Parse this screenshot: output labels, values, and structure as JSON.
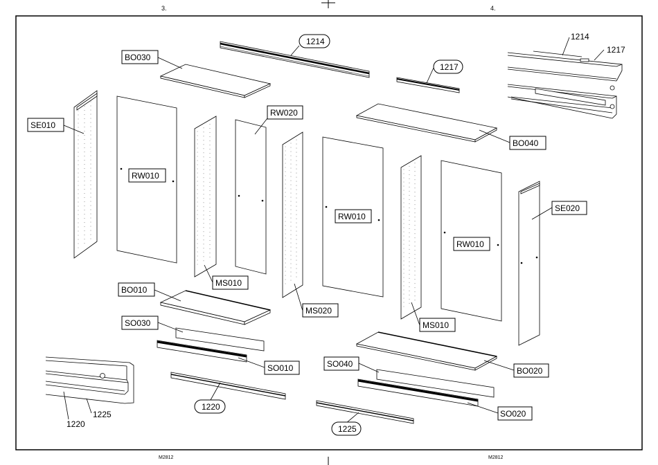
{
  "page_numbers": {
    "left": "3.",
    "right": "4."
  },
  "footer": {
    "left": "M2812",
    "right": "M2812"
  },
  "labels": {
    "bo030": "BO030",
    "p1214_top": "1214",
    "p1217_top": "1217",
    "p1214_detail": "1214",
    "p1217_detail": "1217",
    "se010": "SE010",
    "rw010_left": "RW010",
    "rw020": "RW020",
    "bo040": "BO040",
    "ms010_left": "MS010",
    "rw010_mid": "RW010",
    "ms020": "MS020",
    "rw010_right": "RW010",
    "ms010_right": "MS010",
    "se020": "SE020",
    "bo010": "BO010",
    "so030": "SO030",
    "so010": "SO010",
    "so040": "SO040",
    "bo020": "BO020",
    "so020": "SO020",
    "p1220_detail": "1220",
    "p1225_detail": "1225",
    "p1220_bottom": "1220",
    "p1225_bottom": "1225"
  }
}
